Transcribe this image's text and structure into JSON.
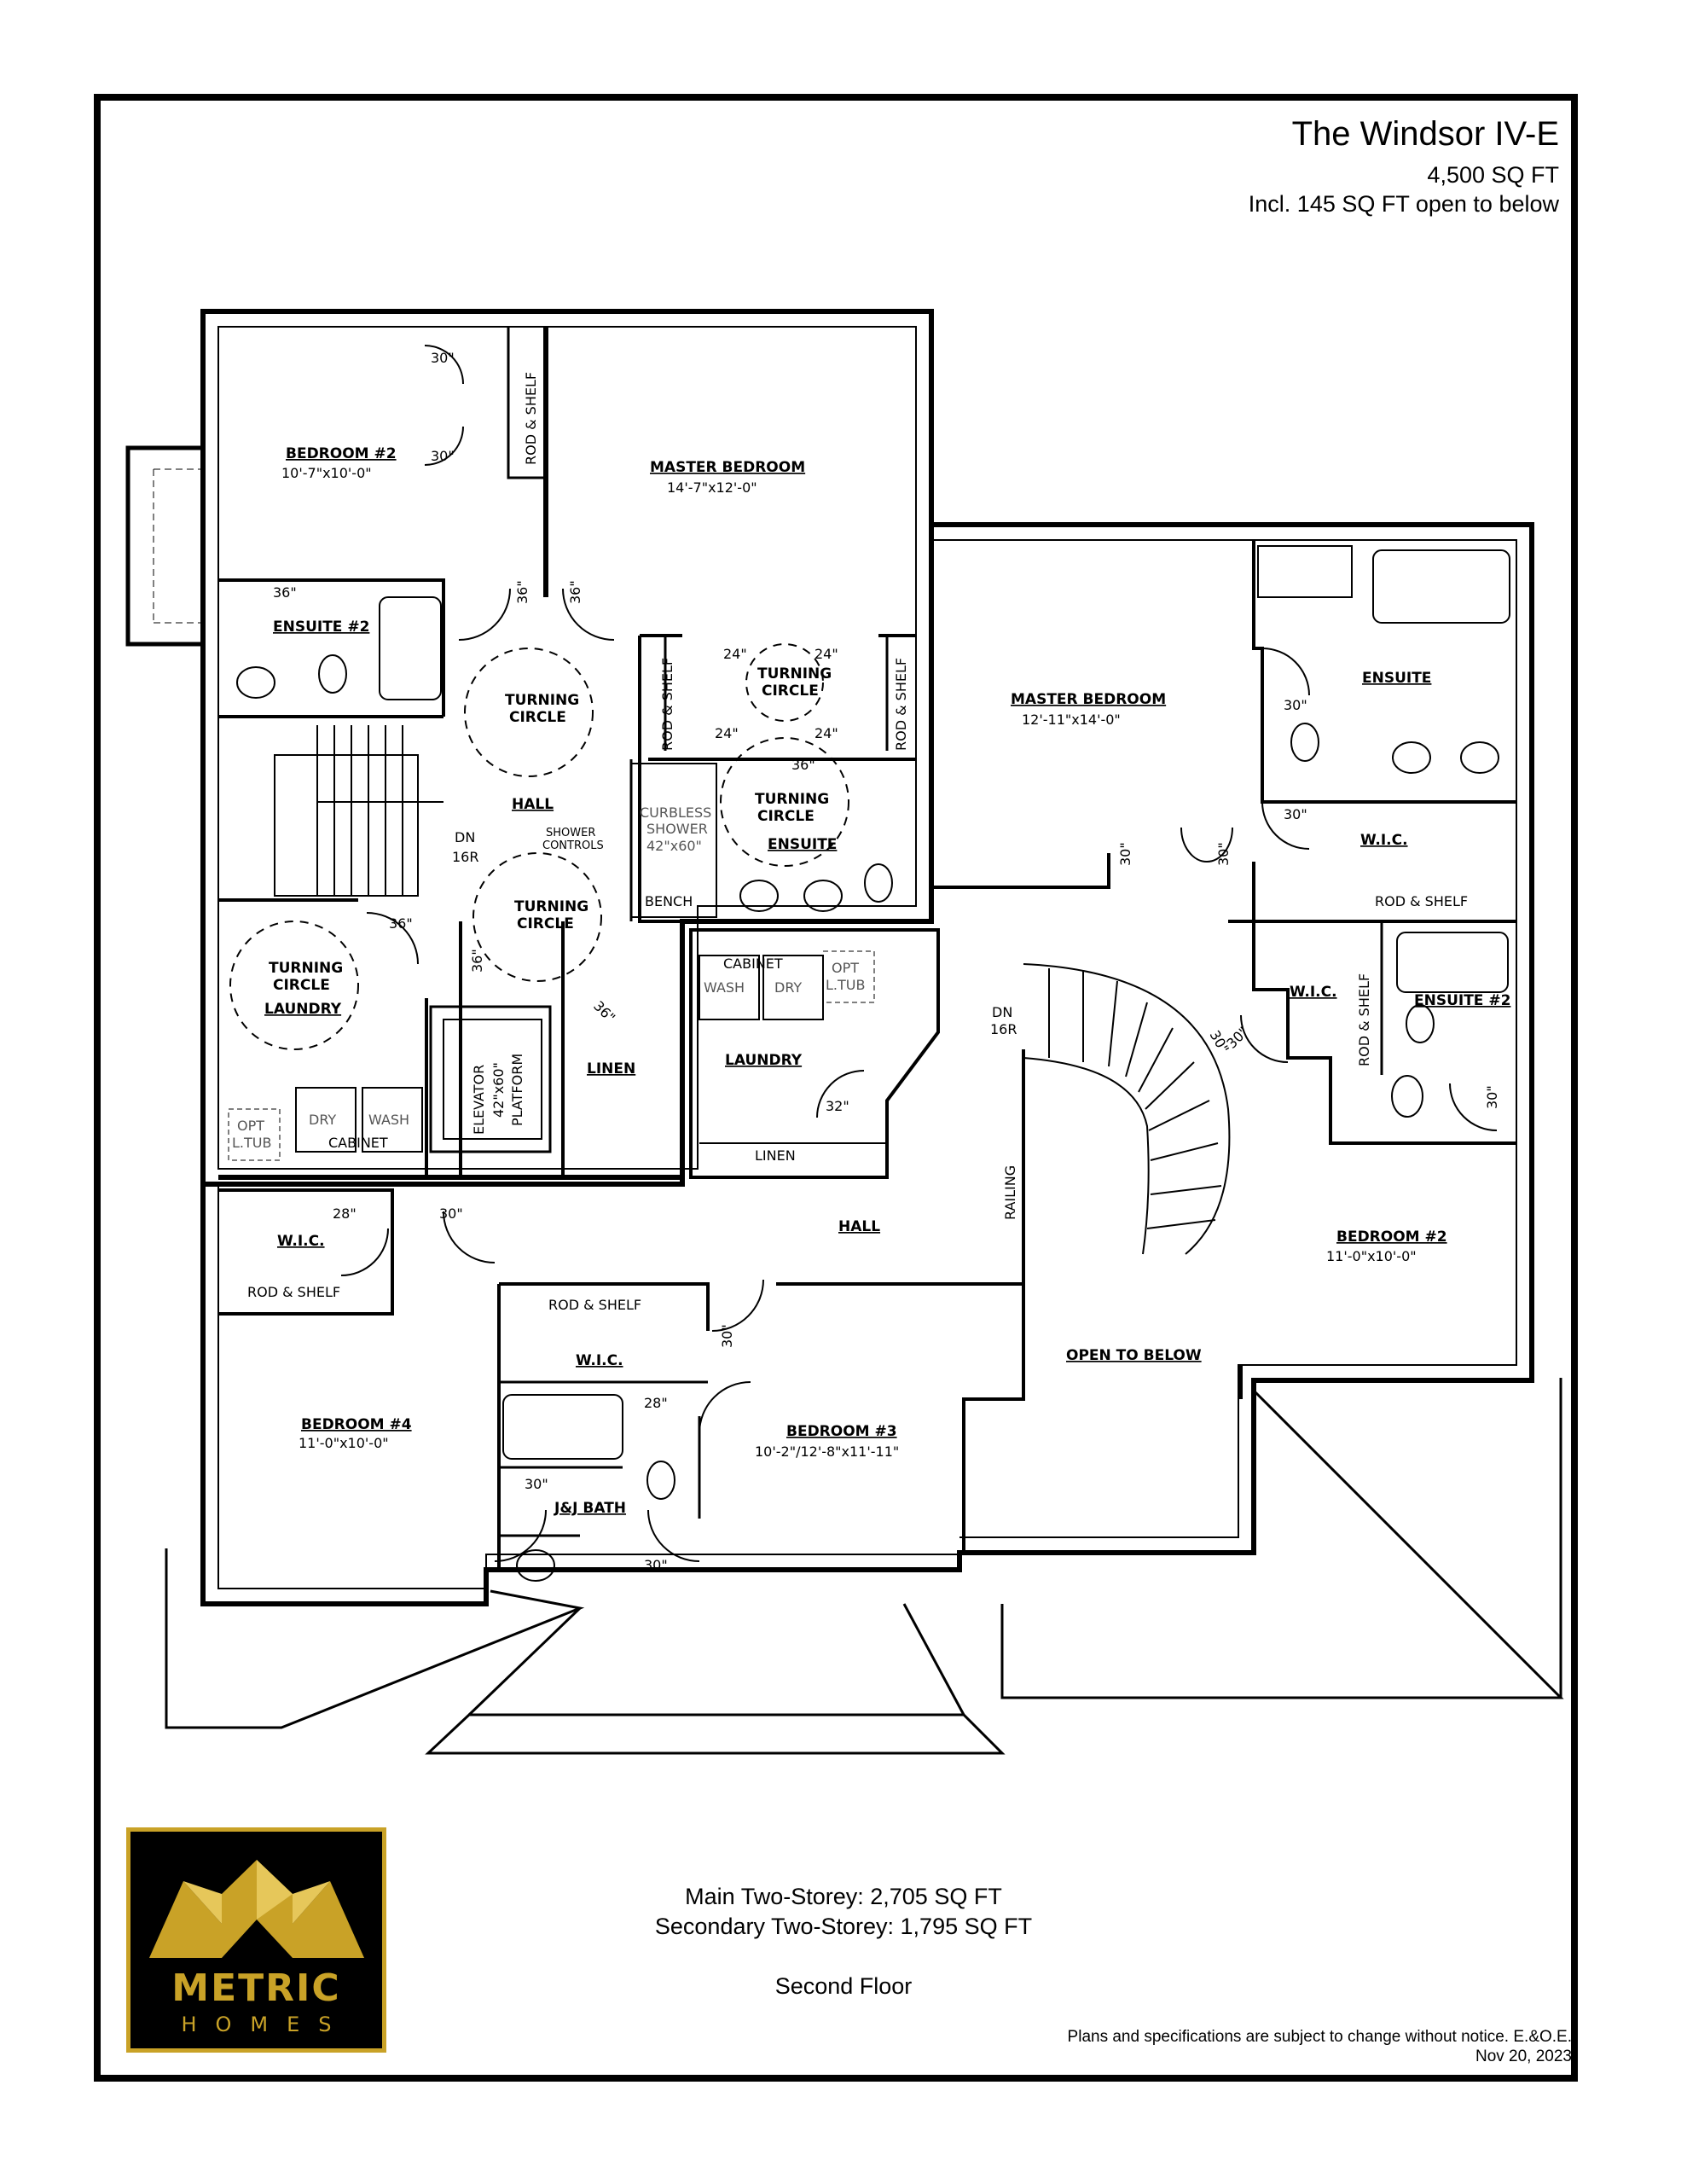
{
  "header": {
    "title": "The Windsor IV-E",
    "area": "4,500 SQ FT",
    "note": "Incl. 145 SQ FT open to below"
  },
  "summary": {
    "main": "Main Two-Storey: 2,705 SQ FT",
    "secondary": "Secondary Two-Storey: 1,795 SQ FT",
    "floor": "Second Floor"
  },
  "footer": {
    "disclaimer": "Plans and specifications are subject to change without notice. E.&O.E.",
    "date": "Nov 20, 2023"
  },
  "logo": {
    "name": "METRIC",
    "sub": "HOMES",
    "colors": {
      "gold": "#c9a227",
      "background": "#000000"
    }
  },
  "plan": {
    "rooms": {
      "bedroom2_left": "BEDROOM #2",
      "bedroom2_left_dim": "10'-7\"x10'-0\"",
      "master_left": "MASTER BEDROOM",
      "master_left_dim": "14'-7\"x12'-0\"",
      "ensuite2_left": "ENSUITE #2",
      "hall_left": "HALL",
      "ensuite_left": "ENSUITE",
      "laundry_left": "LAUNDRY",
      "linen_left": "LINEN",
      "cabinet_left": "CABINET",
      "wic_left": "W.I.C.",
      "bedroom4": "BEDROOM #4",
      "bedroom4_dim": "11'-0\"x10'-0\"",
      "wic_mid": "W.I.C.",
      "jj_bath": "J&J BATH",
      "bedroom3": "BEDROOM #3",
      "bedroom3_dim": "10'-2\"/12'-8\"x11'-11\"",
      "hall_right": "HALL",
      "laundry_right": "LAUNDRY",
      "linen_right": "LINEN",
      "cabinet_right": "CABINET",
      "master_right": "MASTER BEDROOM",
      "master_right_dim": "12'-11\"x14'-0\"",
      "ensuite_right": "ENSUITE",
      "wic_right": "W.I.C.",
      "wic_right2": "W.I.C.",
      "ensuite2_right": "ENSUITE #2",
      "bedroom2_right": "BEDROOM #2",
      "bedroom2_right_dim": "11'-0\"x10'-0\"",
      "open_below": "OPEN TO BELOW",
      "railing": "RAILING"
    },
    "fixtures": {
      "turning": "TURNING",
      "circle": "CIRCLE",
      "rod_shelf": "ROD & SHELF",
      "curbless": "CURBLESS",
      "shower": "SHOWER",
      "shower_dim": "42\"x60\"",
      "bench": "BENCH",
      "shower_controls1": "SHOWER",
      "shower_controls2": "CONTROLS",
      "elevator1": "ELEVATOR",
      "elevator2": "42\"x60\"",
      "elevator3": "PLATFORM",
      "wash": "WASH",
      "dry": "DRY",
      "opt": "OPT",
      "ltub": "L.TUB",
      "dn": "DN",
      "risers": "16R"
    },
    "doors": {
      "d24": "24\"",
      "d28": "28\"",
      "d30": "30\"",
      "d32": "32\"",
      "d36": "36\""
    }
  }
}
